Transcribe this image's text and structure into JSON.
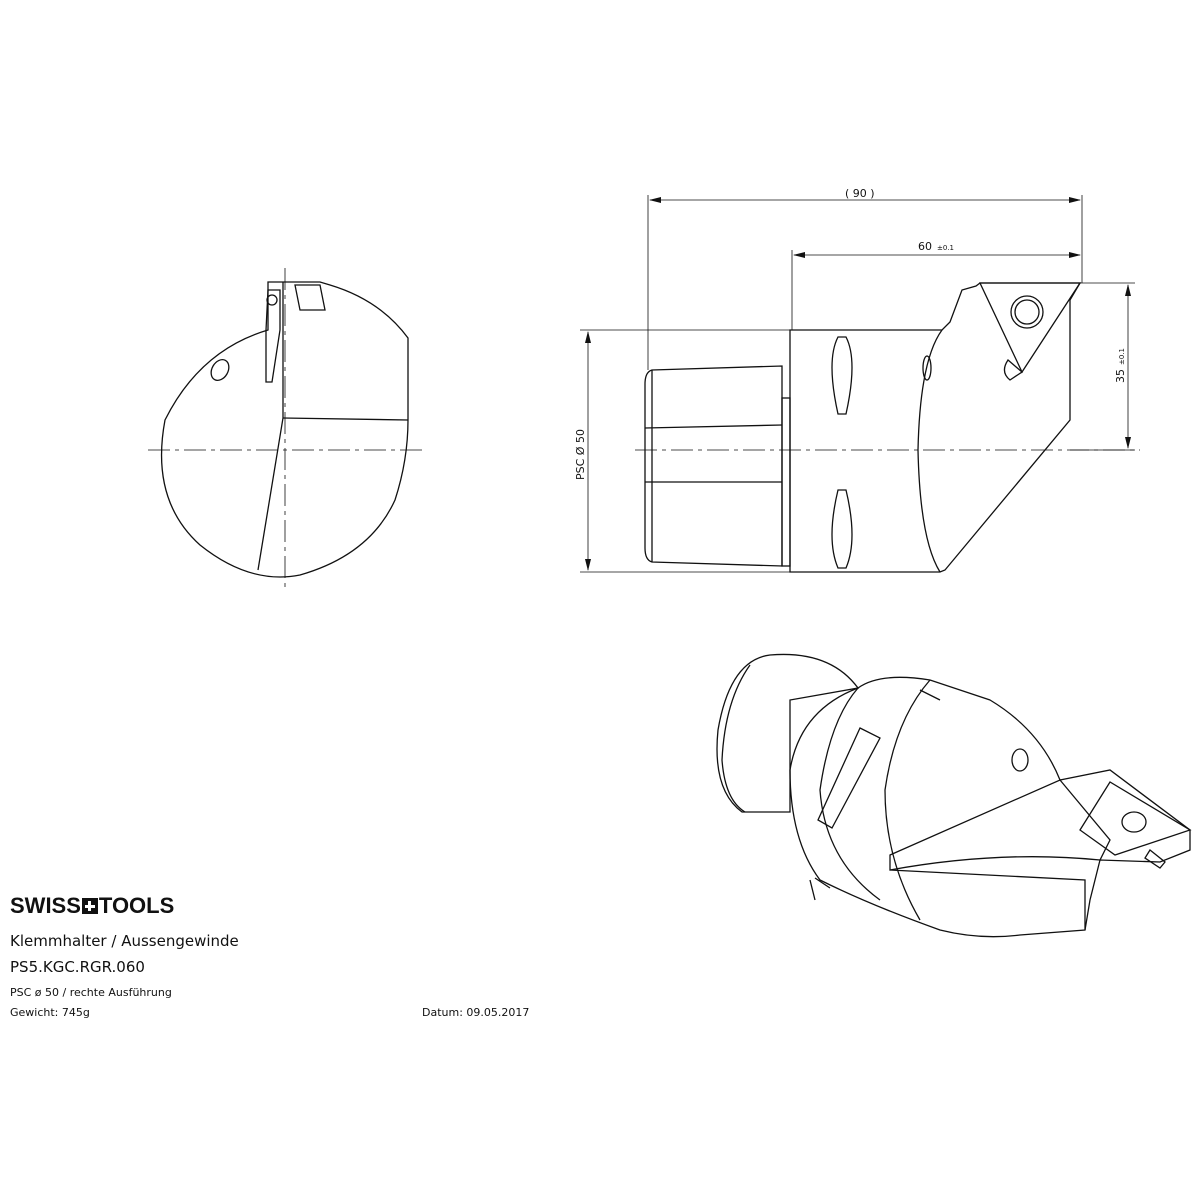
{
  "brand": {
    "left": "SWISS",
    "right": "TOOLS"
  },
  "product": {
    "title": "Klemmhalter / Aussengewinde",
    "code": "PS5.KGC.RGR.060",
    "spec": "PSC ø 50 / rechte Ausführung",
    "weight": "Gewicht: 745g",
    "date": "Datum: 09.05.2017"
  },
  "dimensions": {
    "overall_length": "( 90 )",
    "length_60": "60",
    "length_60_tol": "±0.1",
    "height_35": "35",
    "height_35_tol": "±0.1",
    "diameter": "PSC Ø 50"
  }
}
